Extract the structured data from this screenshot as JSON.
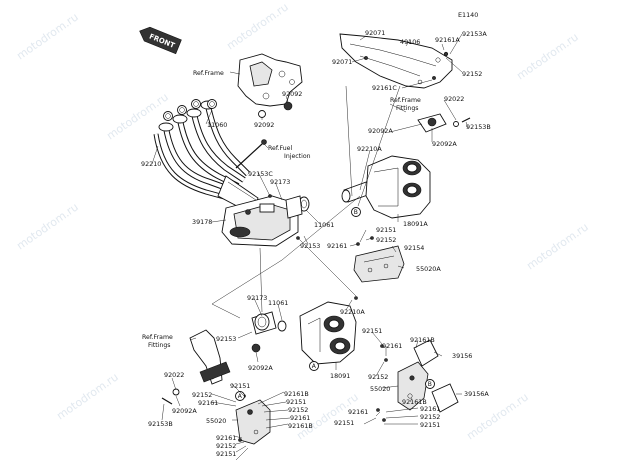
{
  "diagram_code": "E1140",
  "front_arrow": "FRONT",
  "watermark": "motodrom.ru",
  "callouts": {
    "c_92071_a": "92071",
    "c_49106": "49106",
    "c_92161A_top": "92161A",
    "c_92153A": "92153A",
    "c_92071_b": "92071",
    "c_92152_top": "92152",
    "c_92161C": "92161C",
    "c_92022_top": "92022",
    "c_92092A_top": "92092A",
    "c_92153B_top": "92153B",
    "c_92092A_mid": "92092A",
    "c_92210A_top": "92210A",
    "c_92092_a": "92092",
    "c_92092_b": "92092",
    "c_11060": "11060",
    "c_92210": "92210",
    "c_92153C": "92153C",
    "c_92173_top": "92173",
    "c_39178": "39178",
    "c_11061_top": "11061",
    "c_92153_mid": "92153",
    "c_18091A": "18091A",
    "c_92151_mid": "92151",
    "c_92152_mid": "92152",
    "c_92161_mid": "92161",
    "c_92154": "92154",
    "c_55020A": "55020A",
    "c_92173_low": "92173",
    "c_11061_low": "11061",
    "c_92210A_low": "92210A",
    "c_92153_low": "92153",
    "c_92092A_low": "92092A",
    "c_18091": "18091",
    "c_92151_r1": "92151",
    "c_92161_r1": "92161",
    "c_92161B_r1": "92161B",
    "c_39156": "39156",
    "c_92152_r1": "92152",
    "c_55020_r": "55020",
    "c_92161B_r2": "92161B",
    "c_39156A": "39156A",
    "c_92161_r2": "92161",
    "c_92152_r2": "92152",
    "c_92151_r2": "92151",
    "c_92161_r3": "92161",
    "c_92151_r3": "92151",
    "c_92022_low": "92022",
    "c_92092A_left": "92092A",
    "c_92153B_low": "92153B",
    "c_92151_l1": "92151",
    "c_92152_l1": "92152",
    "c_92161_l1": "92161",
    "c_92161B_l1": "92161B",
    "c_92152_l2": "92152",
    "c_92151_l2": "92151",
    "c_55020_l": "55020",
    "c_92161B_l2": "92161B",
    "c_92161_l2": "92161",
    "c_92152_l3": "92152",
    "c_92151_l3": "92151"
  },
  "notes": {
    "ref_frame_top": "Ref.Frame",
    "ref_frame_fittings_r_1": "Ref.Frame",
    "ref_frame_fittings_r_2": "Fittings",
    "ref_fuel_injection_1": "Ref.Fuel",
    "ref_fuel_injection_2": "Injection",
    "ref_frame_fittings_l_1": "Ref.Frame",
    "ref_frame_fittings_l_2": "Fittings"
  },
  "marks": {
    "A": "A",
    "B": "B"
  }
}
